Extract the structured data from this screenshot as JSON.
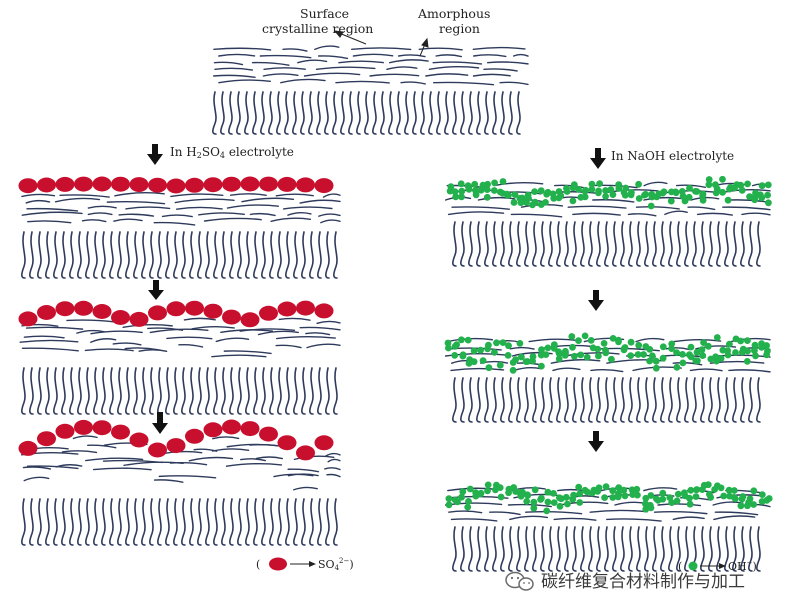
{
  "top": {
    "surface_label_line1": "Surface",
    "surface_label_line2": "crystalline region",
    "amorphous_label_line1": "Amorphous",
    "amorphous_label_line2": "region"
  },
  "left_column": {
    "electrolyte_label_prefix": "In H",
    "electrolyte_label_sub1": "2",
    "electrolyte_label_mid": "SO",
    "electrolyte_label_sub2": "4",
    "electrolyte_label_suffix": " electrolyte",
    "ion_color": "#c8102e",
    "legend_open": "(",
    "legend_ion_text": "SO",
    "legend_ion_sub": "4",
    "legend_ion_sup": "2−",
    "legend_close": ")"
  },
  "right_column": {
    "electrolyte_label": "In NaOH electrolyte",
    "ion_color": "#22b14c",
    "legend_open": "(",
    "legend_ion_text": "OH",
    "legend_ion_sup": "−",
    "legend_close": ")"
  },
  "fiber_color": "#2f3b5c",
  "watermark": {
    "text": "碳纤维复合材料制作与加工",
    "icon": "wechat-icon"
  }
}
